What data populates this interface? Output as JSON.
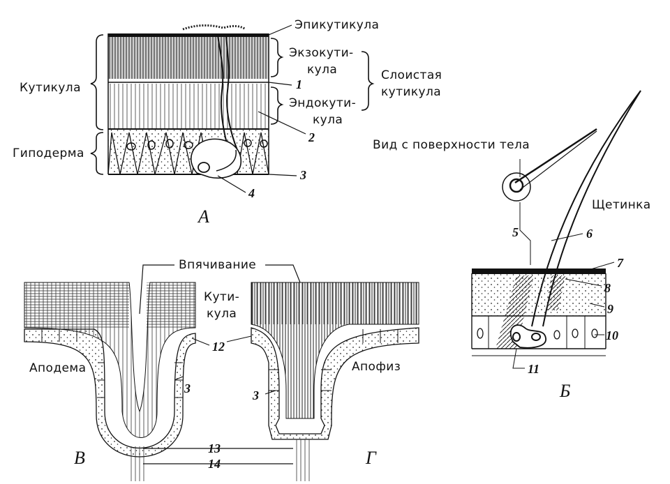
{
  "labels": {
    "epicuticle": "Эпикутикула",
    "exocuticle_1": "Экзокути-",
    "exocuticle_2": "кула",
    "endocuticle_1": "Эндокути-",
    "endocuticle_2": "кула",
    "layered_1": "Слоистая",
    "layered_2": "кутикула",
    "cuticle": "Кутикула",
    "hypodermis": "Гиподерма",
    "surface_view": "Вид с поверхности тела",
    "seta": "Щетинка",
    "invagination": "Впячивание",
    "cuticle_b_1": "Кути-",
    "cuticle_b_2": "кула",
    "apodeme": "Аподема",
    "apophysis": "Апофиз"
  },
  "numbers": {
    "n1": "1",
    "n2": "2",
    "n3a": "3",
    "n4": "4",
    "n5": "5",
    "n6": "6",
    "n7": "7",
    "n8": "8",
    "n9": "9",
    "n10": "10",
    "n11": "11",
    "n12": "12",
    "n3b": "3",
    "n3c": "3",
    "n13": "13",
    "n14": "14"
  },
  "panel_letters": {
    "a": "А",
    "b": "Б",
    "v": "В",
    "g": "Г"
  }
}
